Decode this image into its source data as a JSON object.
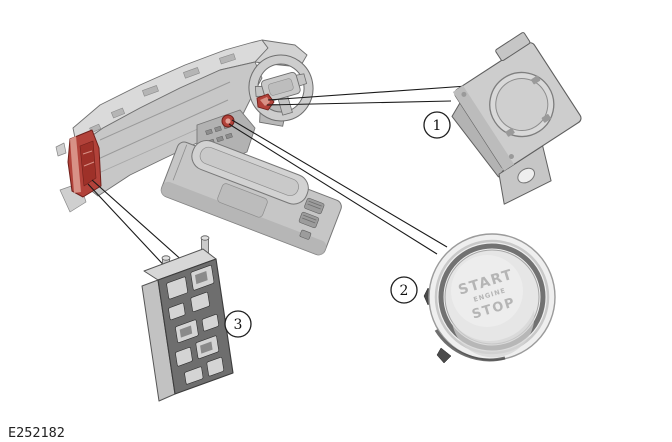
{
  "page": {
    "figure_label": "E252182",
    "background": "#ffffff"
  },
  "colors": {
    "highlight_red": "#b2423a",
    "highlight_red_dark": "#701f1a",
    "leader_line": "#1a1a1a",
    "part_gray_light": "#d9d9d9",
    "part_gray_mid": "#c7c7c7",
    "part_gray_dark": "#6a6a6a"
  },
  "callouts": [
    {
      "number": "1"
    },
    {
      "number": "2"
    },
    {
      "number": "3"
    }
  ],
  "start_stop_button_text": {
    "top": "START",
    "middle": "ENGINE",
    "bottom": "STOP"
  }
}
